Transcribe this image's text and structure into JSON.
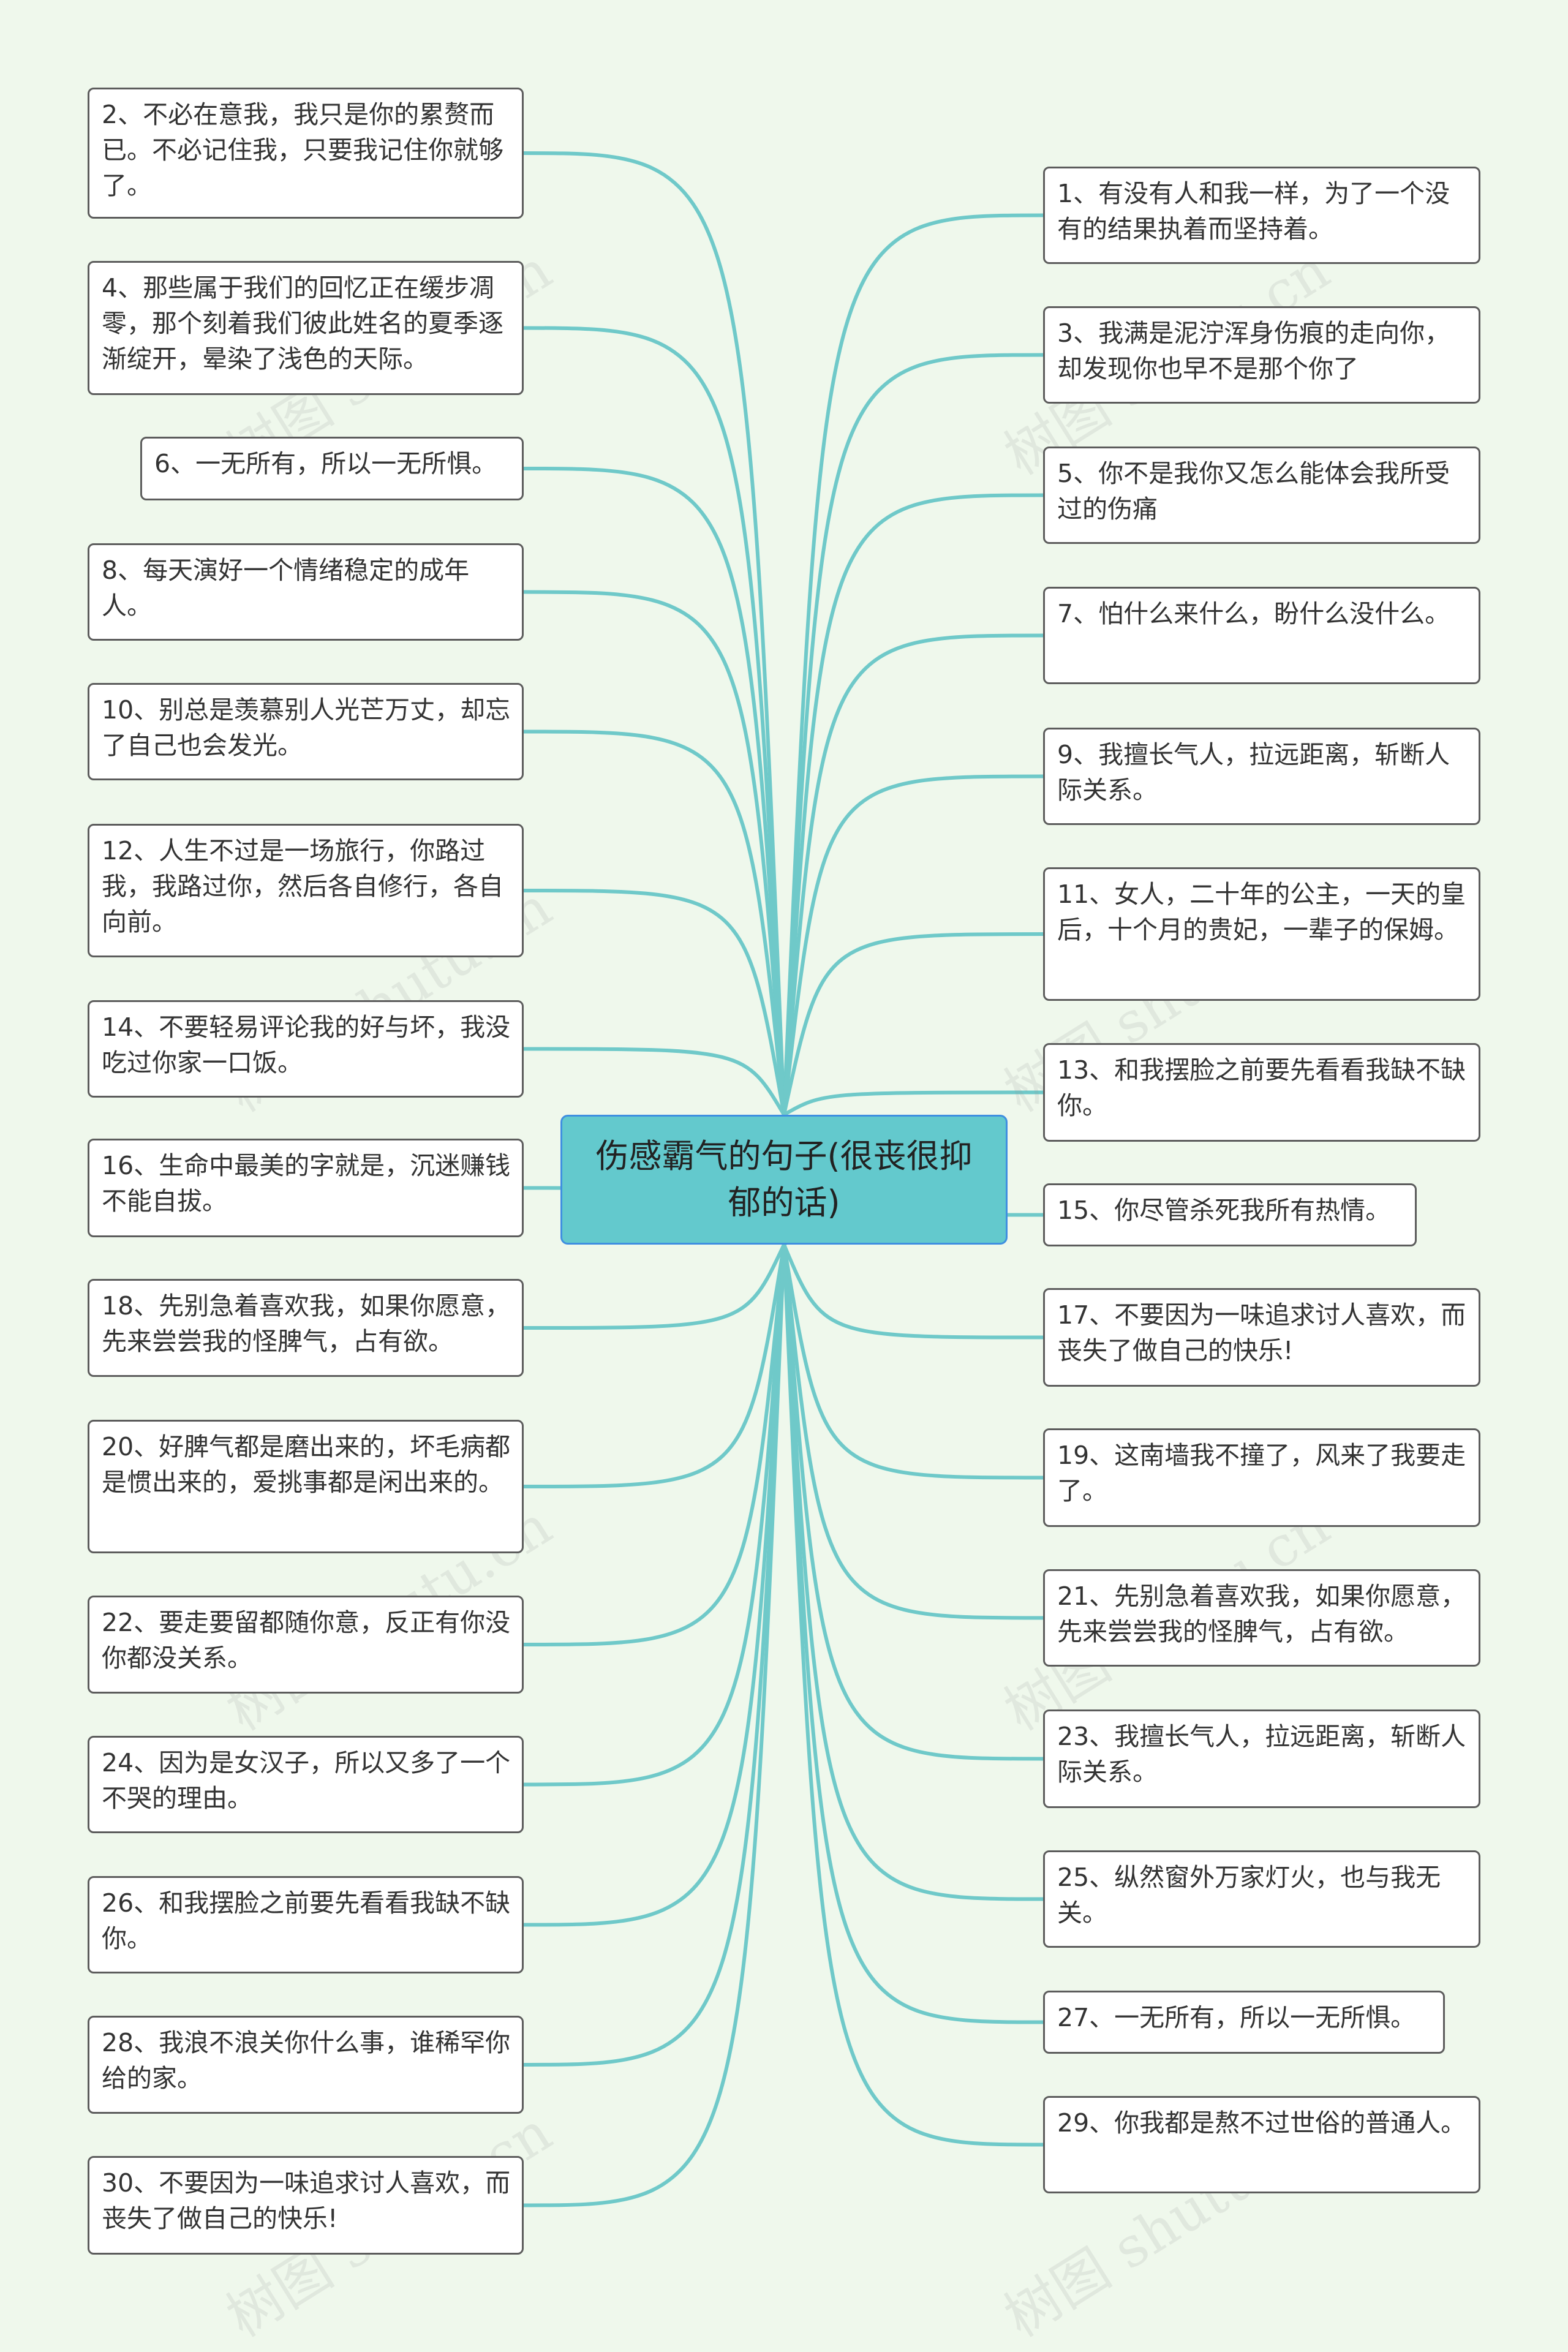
{
  "root": {
    "title": "伤感霸气的句子(很丧很抑郁的话)"
  },
  "left_items": [
    "2、不必在意我，我只是你的累赘而已。不必记住我，只要我记住你就够了。",
    "4、那些属于我们的回忆正在缓步凋零，那个刻着我们彼此姓名的夏季逐渐绽开，晕染了浅色的天际。",
    "6、一无所有，所以一无所惧。",
    "8、每天演好一个情绪稳定的成年人。",
    "10、别总是羡慕别人光芒万丈，却忘了自己也会发光。",
    "12、人生不过是一场旅行，你路过我，我路过你，然后各自修行，各自向前。",
    "14、不要轻易评论我的好与坏，我没吃过你家一口饭。",
    "16、生命中最美的字就是，沉迷赚钱不能自拔。",
    "18、先别急着喜欢我，如果你愿意，先来尝尝我的怪脾气，占有欲。",
    "20、好脾气都是磨出来的，坏毛病都是惯出来的，爱挑事都是闲出来的。",
    "22、要走要留都随你意，反正有你没你都没关系。",
    "24、因为是女汉子，所以又多了一个不哭的理由。",
    "26、和我摆脸之前要先看看我缺不缺你。",
    "28、我浪不浪关你什么事，谁稀罕你给的家。",
    "30、不要因为一味追求讨人喜欢，而丧失了做自己的快乐!"
  ],
  "right_items": [
    "1、有没有人和我一样，为了一个没有的结果执着而坚持着。",
    "3、我满是泥泞浑身伤痕的走向你，却发现你也早不是那个你了",
    "5、你不是我你又怎么能体会我所受过的伤痛",
    "7、怕什么来什么，盼什么没什么。",
    "9、我擅长气人，拉远距离，斩断人际关系。",
    "11、女人，二十年的公主，一天的皇后，十个月的贵妃，一辈子的保姆。",
    "13、和我摆脸之前要先看看我缺不缺你。",
    "15、你尽管杀死我所有热情。",
    "17、不要因为一味追求讨人喜欢，而丧失了做自己的快乐!",
    "19、这南墙我不撞了，风来了我要走了。",
    "21、先别急着喜欢我，如果你愿意，先来尝尝我的怪脾气，占有欲。",
    "23、我擅长气人，拉远距离，斩断人际关系。",
    "25、纵然窗外万家灯火，也与我无关。",
    "27、一无所有，所以一无所惧。",
    "29、你我都是熬不过世俗的普通人。"
  ],
  "watermark": "树图 shutu.cn",
  "colors": {
    "background": "#eff8ec",
    "root_fill": "#63c9cd",
    "root_border": "#3f8fe0",
    "link": "#6fc9c9",
    "node_border": "#5c5c5c"
  }
}
